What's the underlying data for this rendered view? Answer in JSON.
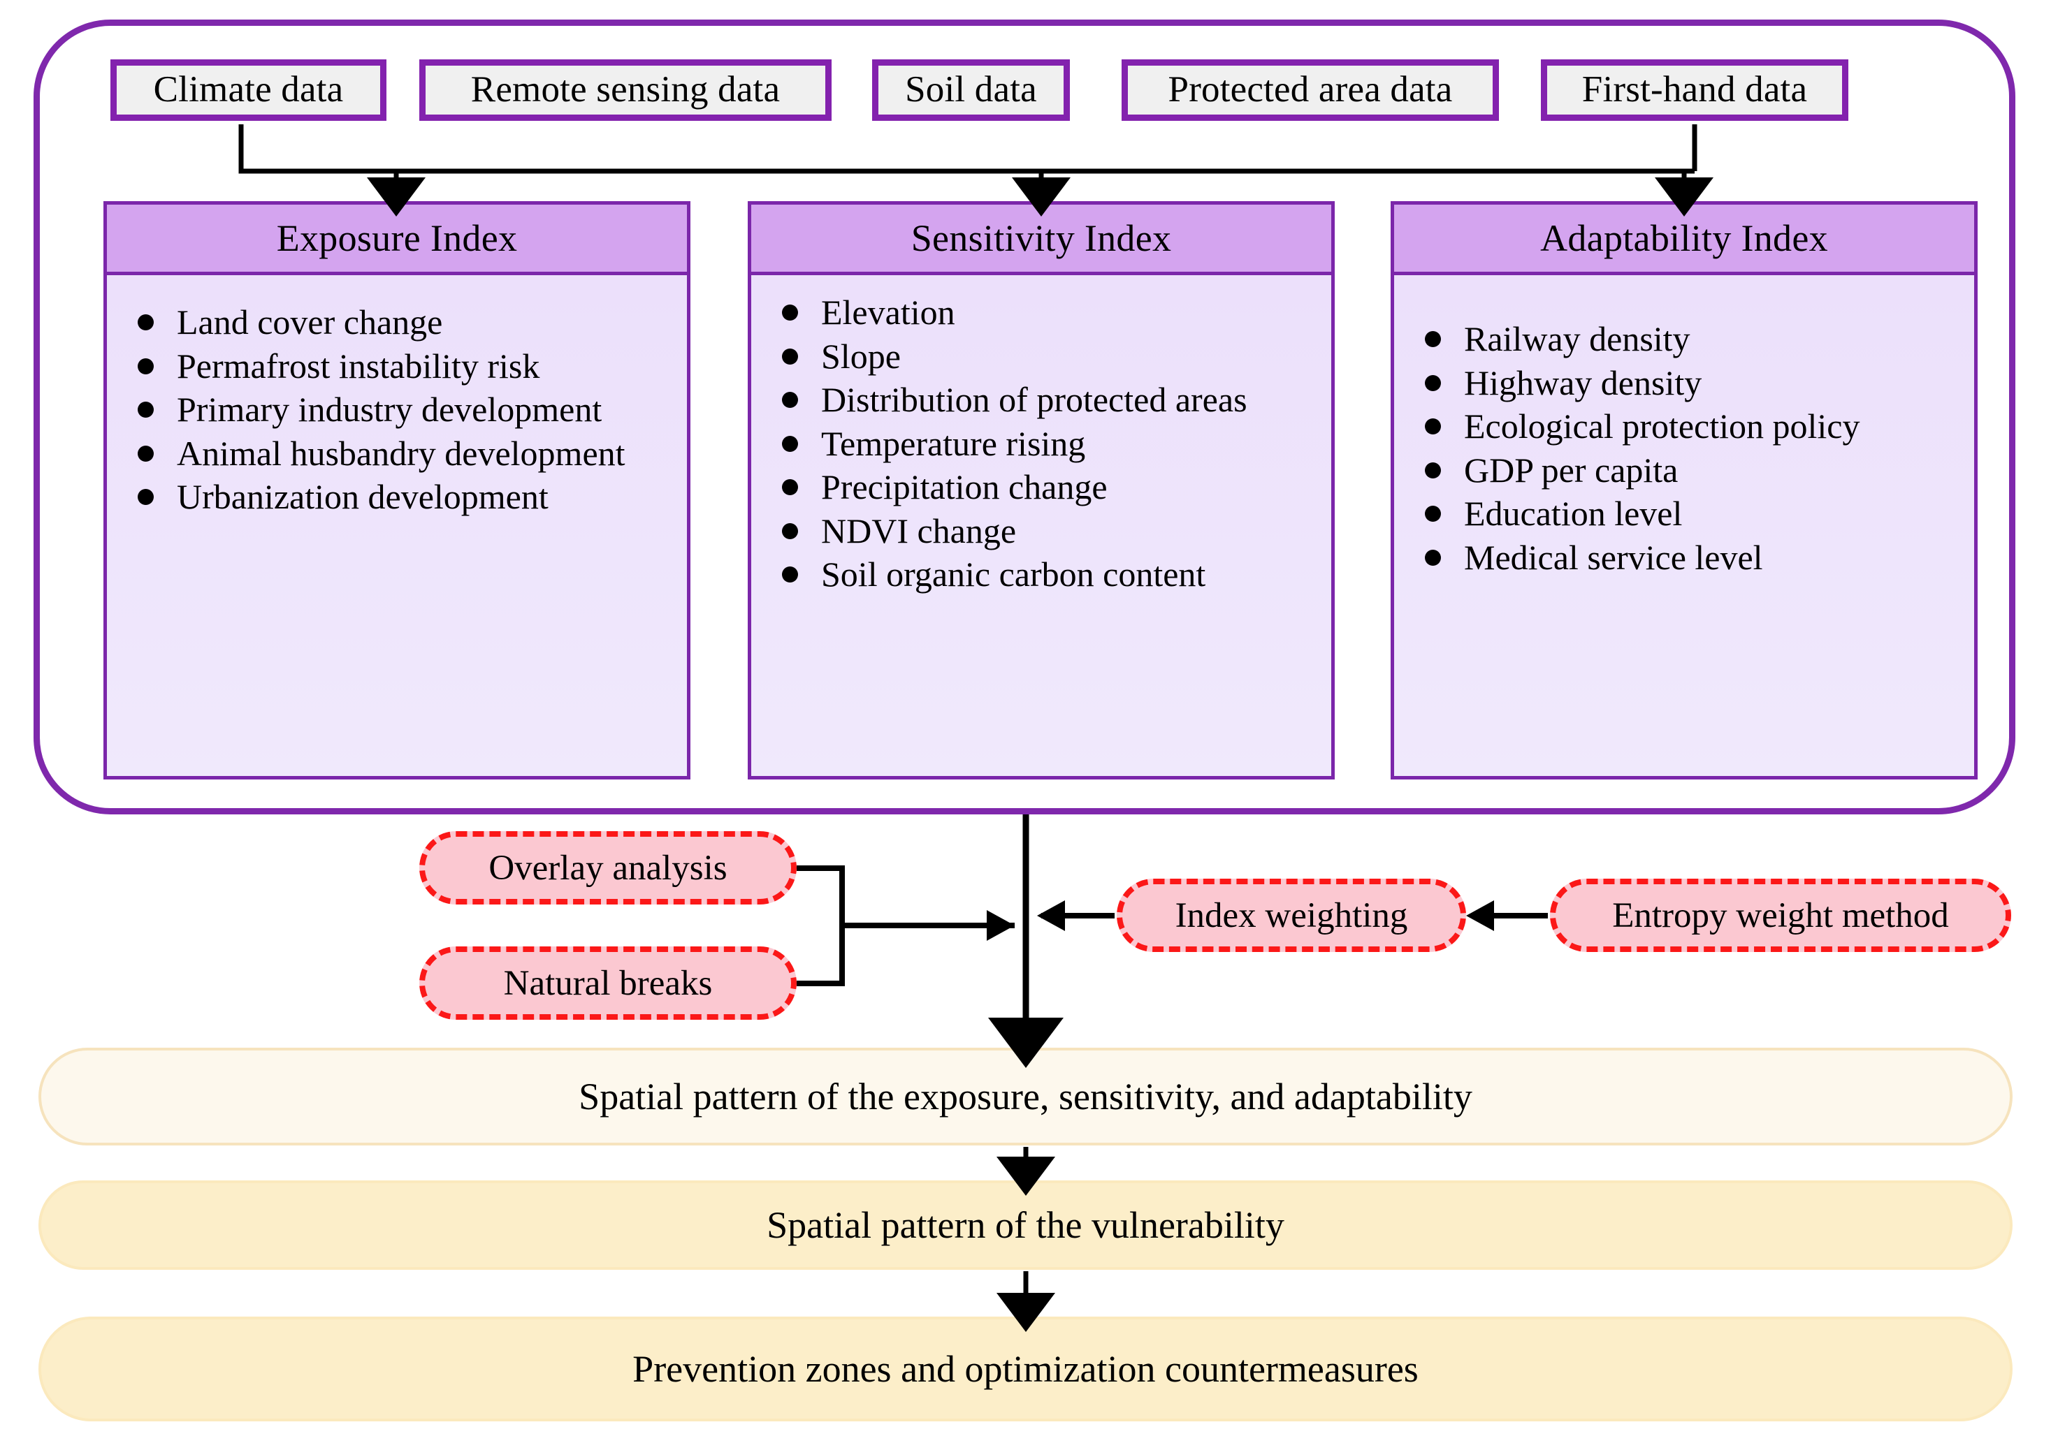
{
  "diagram": {
    "title": "Vulnerability assessment framework flowchart",
    "colors": {
      "container_border": "#7f28ac",
      "data_box_border": "#8322ae",
      "data_box_fill": "#f0f0f0",
      "panel_header_fill": "#d4a4ef",
      "panel_body_fill": "#ece0fb",
      "panel_border": "#7b26aa",
      "pill_border": "#fb1818",
      "pill_fill": "#fbc8d1",
      "cream_light_fill": "#fdf8ed",
      "cream_deep_fill": "#fceec9",
      "arrow": "#000000"
    }
  },
  "data_sources": [
    {
      "label": "Climate data"
    },
    {
      "label": "Remote sensing data"
    },
    {
      "label": "Soil data"
    },
    {
      "label": "Protected area data"
    },
    {
      "label": "First-hand data"
    }
  ],
  "index_panels": [
    {
      "header": "Exposure Index",
      "items": [
        "Land cover change",
        "Permafrost instability risk",
        "Primary industry development",
        "Animal husbandry development",
        "Urbanization development"
      ]
    },
    {
      "header": "Sensitivity Index",
      "items": [
        "Elevation",
        "Slope",
        "Distribution of protected areas",
        "Temperature rising",
        "Precipitation change",
        "NDVI change",
        "Soil organic carbon content"
      ]
    },
    {
      "header": "Adaptability Index",
      "items": [
        "Railway density",
        "Highway density",
        "Ecological protection policy",
        "GDP per capita",
        "Education level",
        "Medical service level"
      ]
    }
  ],
  "method_pills": [
    {
      "label": "Overlay analysis"
    },
    {
      "label": "Natural breaks"
    },
    {
      "label": "Index weighting"
    },
    {
      "label": "Entropy weight method"
    }
  ],
  "outcomes": [
    {
      "label": "Spatial pattern of the exposure, sensitivity, and adaptability"
    },
    {
      "label": "Spatial pattern of the vulnerability"
    },
    {
      "label": "Prevention zones and optimization countermeasures"
    }
  ]
}
